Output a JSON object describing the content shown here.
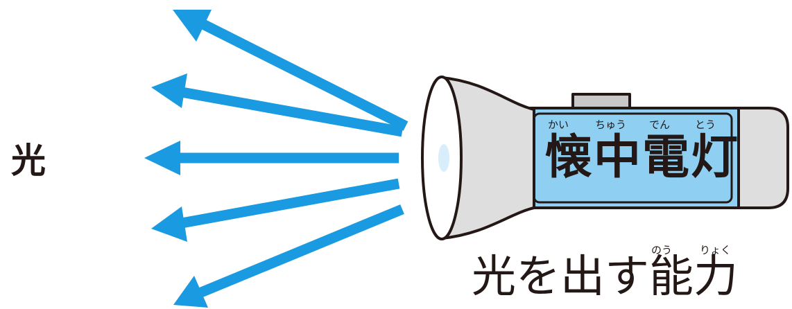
{
  "left_label": "光",
  "flashlight": {
    "name_ruby": [
      "かい",
      "ちゅう",
      "でん",
      "とう"
    ],
    "name": "懐中電灯"
  },
  "caption": {
    "ruby": [
      "のう",
      "りょく"
    ],
    "text": "光を出す能力"
  },
  "colors": {
    "arrow": "#1a9ae0",
    "body": "#8fd0f2",
    "head": "#dedede",
    "cap": "#c8c8c8",
    "outline": "#231815",
    "lens": "#d8eefa"
  }
}
